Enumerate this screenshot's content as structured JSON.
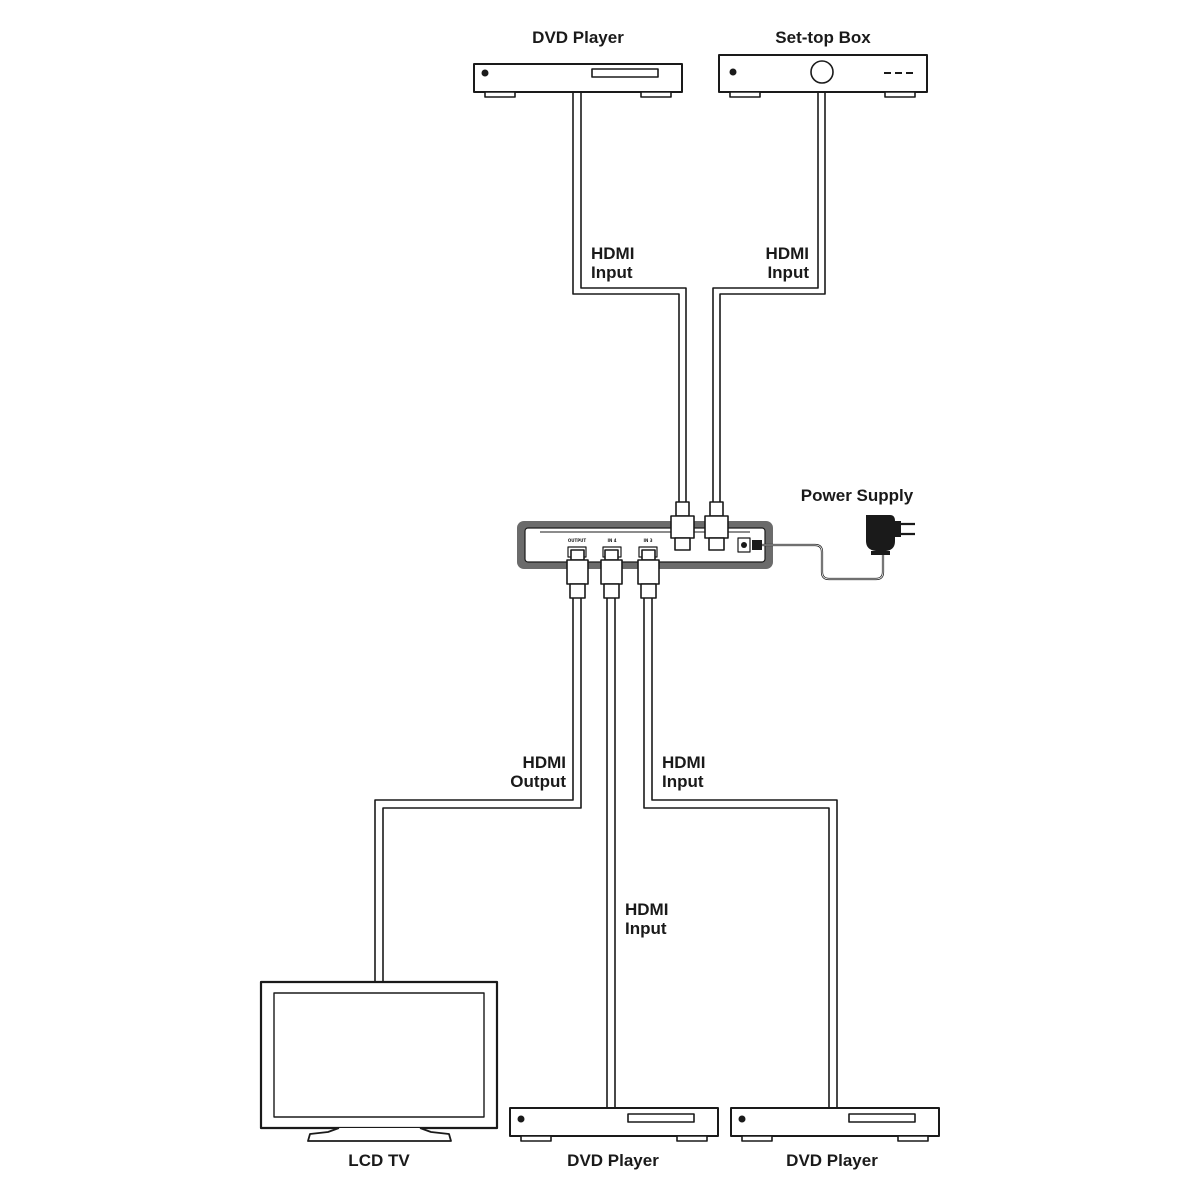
{
  "devices": {
    "dvd_player_top": "DVD Player",
    "set_top_box": "Set-top Box",
    "power_supply": "Power Supply",
    "lcd_tv": "LCD TV",
    "dvd_player_bottom_1": "DVD Player",
    "dvd_player_bottom_2": "DVD Player"
  },
  "cables": {
    "top_left": {
      "line1": "HDMI",
      "line2": "Input"
    },
    "top_right": {
      "line1": "HDMI",
      "line2": "Input"
    },
    "bottom_output": {
      "line1": "HDMI",
      "line2": "Output"
    },
    "bottom_right": {
      "line1": "HDMI",
      "line2": "Input"
    },
    "bottom_middle": {
      "line1": "HDMI",
      "line2": "Input"
    }
  },
  "switch_ports": [
    "OUTPUT",
    "IN 4",
    "IN 3"
  ],
  "colors": {
    "line": "#1a1a1a",
    "switch_frame": "#6b6b6b",
    "adapter": "#1a1a1a"
  }
}
